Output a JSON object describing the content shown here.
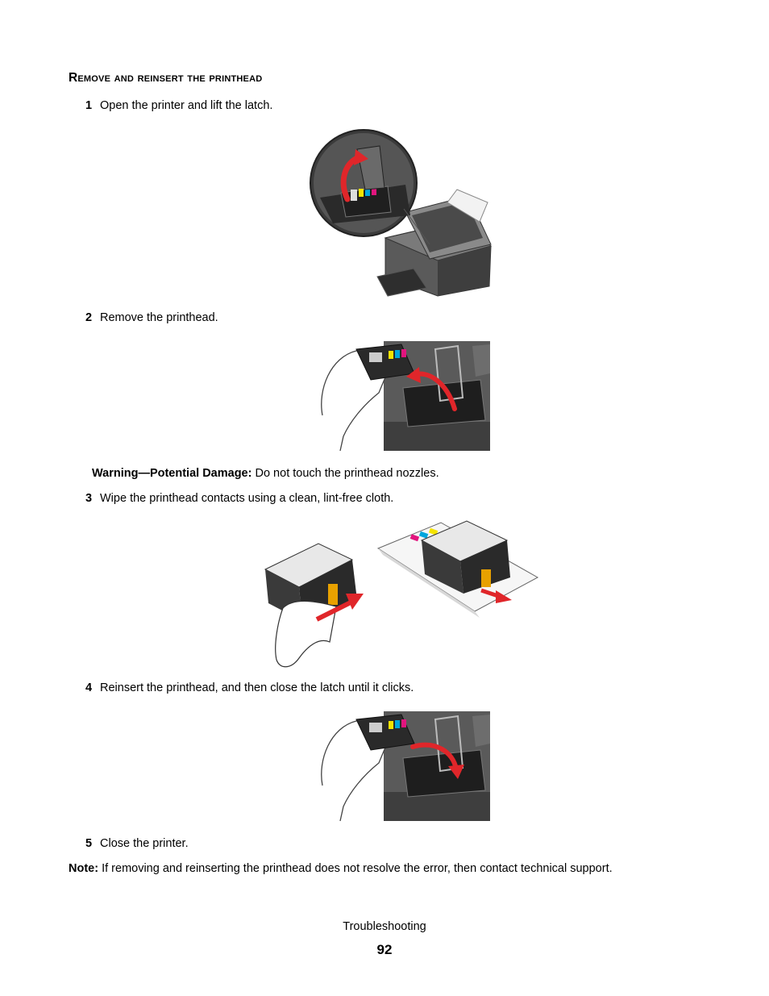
{
  "section": {
    "title": "Remove and reinsert the printhead"
  },
  "steps": [
    {
      "number": "1",
      "text": "Open the printer and lift the latch."
    },
    {
      "number": "2",
      "text": "Remove the printhead."
    },
    {
      "number": "3",
      "text": "Wipe the printhead contacts using a clean, lint-free cloth."
    },
    {
      "number": "4",
      "text": "Reinsert the printhead, and then close the latch until it clicks."
    },
    {
      "number": "5",
      "text": "Close the printer."
    }
  ],
  "warning": {
    "label": "Warning—Potential Damage:",
    "text": " Do not touch the printhead nozzles."
  },
  "note": {
    "label": "Note:",
    "text": " If removing and reinserting the printhead does not resolve the error, then contact technical support."
  },
  "footer": {
    "section_name": "Troubleshooting",
    "page_number": "92"
  },
  "colors": {
    "arrow_red": "#e0262a",
    "ink_yellow": "#f5e400",
    "ink_cyan": "#00a6dd",
    "ink_magenta": "#e2157e",
    "contacts_gold": "#e8a100"
  }
}
